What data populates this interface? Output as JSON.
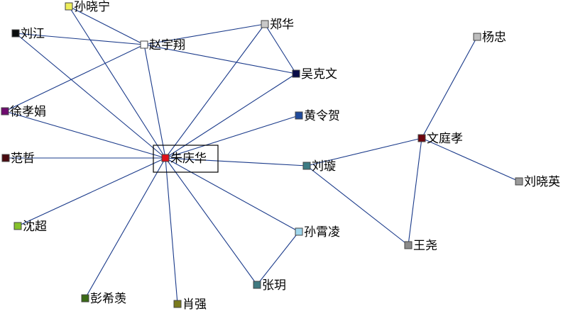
{
  "graph": {
    "nodes": [
      {
        "id": "zhuqinghua",
        "label": "朱庆华",
        "color": "#e0111b",
        "highlighted": true
      },
      {
        "id": "sunxiaoning",
        "label": "孙晓宁",
        "color": "#eeee5a"
      },
      {
        "id": "liujiang",
        "label": "刘江",
        "color": "#0b0e0e"
      },
      {
        "id": "zhaoyuxiang",
        "label": "赵宇翔",
        "color": "#ffffff"
      },
      {
        "id": "zhenghua",
        "label": "郑华",
        "color": "#c8c8c8"
      },
      {
        "id": "wukewen",
        "label": "吴克文",
        "color": "#090c48"
      },
      {
        "id": "xuxiaojuan",
        "label": "徐孝娟",
        "color": "#6e0b6e"
      },
      {
        "id": "huanglinghe",
        "label": "黄令贺",
        "color": "#1f4a9b"
      },
      {
        "id": "fanzhe",
        "label": "范哲",
        "color": "#4a0a10"
      },
      {
        "id": "liuxuan",
        "label": "刘璇",
        "color": "#3d7c84"
      },
      {
        "id": "shenchao",
        "label": "沈超",
        "color": "#86c22a"
      },
      {
        "id": "sunxiaoling",
        "label": "孙霄凌",
        "color": "#9fd6ec"
      },
      {
        "id": "zhangyue",
        "label": "张玥",
        "color": "#3f7980"
      },
      {
        "id": "pengxixian",
        "label": "彭希羡",
        "color": "#3a6a17"
      },
      {
        "id": "xiaoqiang",
        "label": "肖强",
        "color": "#7a7a1c"
      },
      {
        "id": "yangzhong",
        "label": "杨忠",
        "color": "#bdbdbd"
      },
      {
        "id": "wentingxiao",
        "label": "文庭孝",
        "color": "#6e0610"
      },
      {
        "id": "liuxiaoying",
        "label": "刘晓英",
        "color": "#9a9a9a"
      },
      {
        "id": "wangyao",
        "label": "王尧",
        "color": "#8a8a8a"
      }
    ],
    "edges": [
      [
        "zhuqinghua",
        "sunxiaoning"
      ],
      [
        "zhuqinghua",
        "liujiang"
      ],
      [
        "zhuqinghua",
        "zhaoyuxiang"
      ],
      [
        "zhuqinghua",
        "zhenghua"
      ],
      [
        "zhuqinghua",
        "wukewen"
      ],
      [
        "zhuqinghua",
        "xuxiaojuan"
      ],
      [
        "zhuqinghua",
        "huanglinghe"
      ],
      [
        "zhuqinghua",
        "fanzhe"
      ],
      [
        "zhuqinghua",
        "liuxuan"
      ],
      [
        "zhuqinghua",
        "shenchao"
      ],
      [
        "zhuqinghua",
        "sunxiaoling"
      ],
      [
        "zhuqinghua",
        "zhangyue"
      ],
      [
        "zhuqinghua",
        "pengxixian"
      ],
      [
        "zhuqinghua",
        "xiaoqiang"
      ],
      [
        "sunxiaoning",
        "zhaoyuxiang"
      ],
      [
        "liujiang",
        "zhaoyuxiang"
      ],
      [
        "zhaoyuxiang",
        "zhenghua"
      ],
      [
        "zhaoyuxiang",
        "wukewen"
      ],
      [
        "zhaoyuxiang",
        "xuxiaojuan"
      ],
      [
        "zhenghua",
        "wukewen"
      ],
      [
        "sunxiaoling",
        "zhangyue"
      ],
      [
        "liuxuan",
        "wentingxiao"
      ],
      [
        "liuxuan",
        "wangyao"
      ],
      [
        "wentingxiao",
        "yangzhong"
      ],
      [
        "wentingxiao",
        "liuxiaoying"
      ],
      [
        "wentingxiao",
        "wangyao"
      ]
    ]
  }
}
